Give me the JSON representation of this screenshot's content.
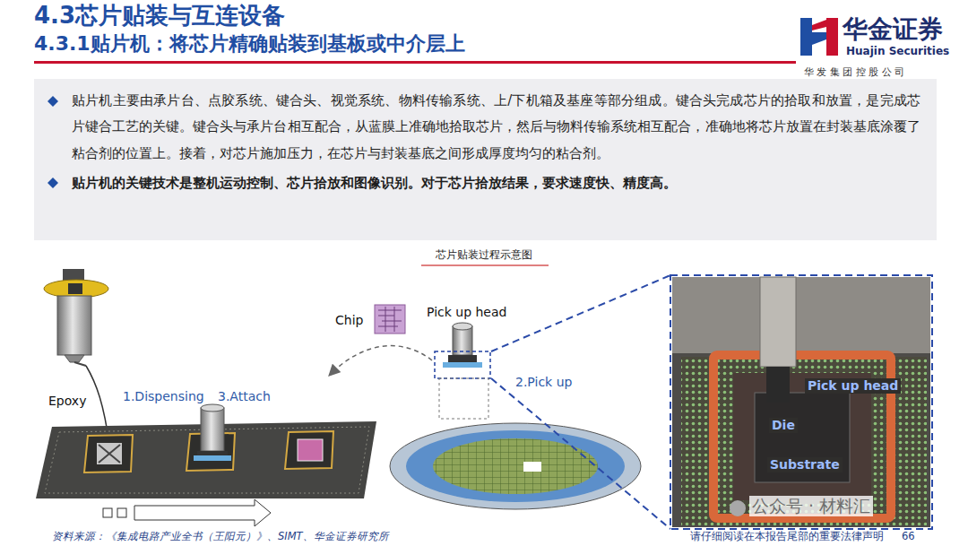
{
  "diagram": {
    "title": "4.3芯片贴装与互连设备",
    "caption": "芯片贴装过程示意图",
    "nodes": [
      {
        "text": [
          "贴片机主要由承片台、点胶系统、键合头、视觉系统、物料传输系统、上/下机箱及基座等部分组成。键合头完成芯片的拾取和放置，是完成芯片键合工艺的关键。键合头与承片台相互配合，从蓝膜上准确地拾取芯片，然后与物料传输系统相互配合，准确地将芯片放置在封装基底涂覆了粘合剂的位置上。接着，对芯片施加压力，在芯片与封装基底之间形成厚度均匀的粘合剂。",
          "贴片机的关键技术是整机运动控制、芯片拾放和图像识别。对于芯片拾放结果，要求速度快、精度高。"
        ]
      }
    ],
    "labels": [
      "4.3.1贴片机：将芯片精确贴装到基板或中介层上",
      "华金证券",
      "Huajin Securities",
      "华 发 集 团 控 股 公 司",
      "Epoxy",
      "1.Dispensing",
      "3.Attach",
      "Chip",
      "Pick up head",
      "2.Pick up",
      "Pick up head",
      "Die",
      "Substrate",
      "公众号 · 材料汇",
      "资料来源：《集成电路产业全书（王阳元）》、SIMT、华金证券研究所",
      "请仔细阅读在本报告尾部的重要法律声明",
      "66"
    ]
  }
}
